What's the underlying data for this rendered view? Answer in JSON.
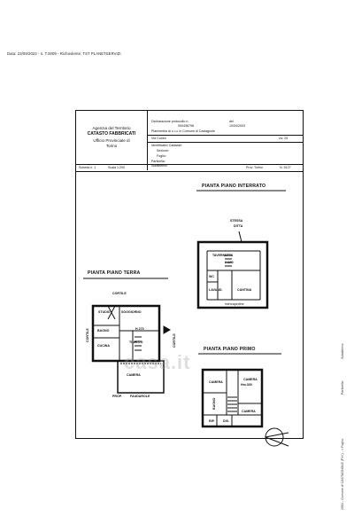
{
  "topline": "Data: 23/09/2023 - n. T.0009 - Richiedente: TST PLANETSERVIZI",
  "agency": {
    "line1": "Agenzia del Territorio",
    "line2": "CATASTO FABBRICATI",
    "line3": "Ufficio Provinciale di",
    "line4": "Torino"
  },
  "header": {
    "protocol_label": "Dichiarazione protocollo n.",
    "protocol_num": "000496798",
    "del_label": "del",
    "date": "10/04/2003",
    "planimetria": "Planimetria di u.i.u. in Comune di Castagnole",
    "via_label": "Via Cuneo",
    "civ_label": "civ. 25",
    "identificativi": "Identificativi Catastali:",
    "sezione": "Sezione:",
    "foglio": "Foglio:",
    "particella": "Particella:",
    "subalterno": "Subalterno:",
    "scheda": "Scheda n. 1",
    "scala": "Scala 1:200",
    "prov": "Prov. Torino",
    "n": "N. 5127"
  },
  "plans": {
    "interrato": "PIANTA PIANO INTERRATO",
    "terra": "PIANTA PIANO TERRA",
    "primo": "PIANTA PIANO PRIMO"
  },
  "rooms_interrato": {
    "stessa": "STESSA",
    "ditta": "DITTA",
    "tavernetta": "TAVERNETTA",
    "h240": "H 240",
    "wc": "WC",
    "lavand": "LAVAND.",
    "cantina": "CANTINA",
    "intercapedine": "intercapedine"
  },
  "rooms_terra": {
    "cortile_top": "CORTILE",
    "cortile_left": "CORTILE",
    "cortile_right": "CORTILE",
    "studio": "STUDIO",
    "soggiorno": "SOGGIORNO",
    "bagno": "BAGNO",
    "cucina": "CUCINA",
    "h270": "H 270",
    "tinello": "TINELLO",
    "camera": "CAMERA",
    "prop": "PROP.",
    "faudarole": "FAUDAROLE"
  },
  "rooms_primo": {
    "camera1": "CAMERA",
    "camera2": "CAMERA",
    "h300": "Hm.300",
    "bagno": "BAGNO",
    "camera3": "CAMERA",
    "rip": "RIP.",
    "dis": "DIS."
  },
  "right_margin": {
    "line1": "2001 - Comune di CASTAGNOLE (P.H.) - < Foglio:",
    "line2": "Particella:",
    "line3": "Subalterno:"
  },
  "watermark": "casa.it"
}
